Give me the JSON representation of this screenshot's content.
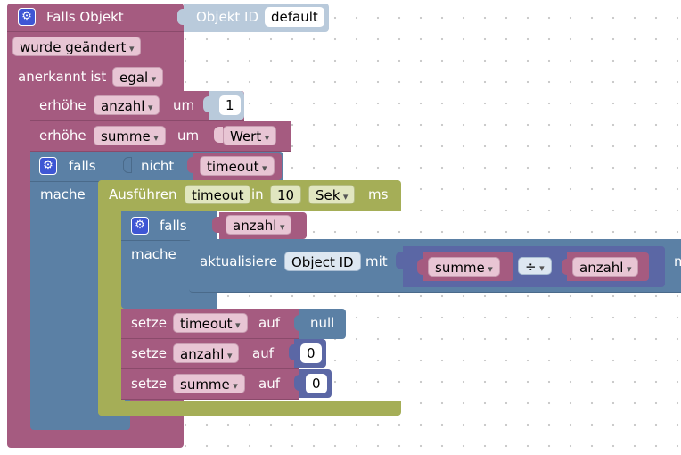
{
  "event": {
    "title": "Falls Objekt",
    "object_id_label": "Objekt ID",
    "object_id_value": "default",
    "trigger": "wurde geändert",
    "ack_label": "anerkannt ist",
    "ack_value": "egal"
  },
  "increments": [
    {
      "verb": "erhöhe",
      "var": "anzahl",
      "by": "um",
      "value": "1"
    },
    {
      "verb": "erhöhe",
      "var": "summe",
      "by": "um",
      "value": "Wert"
    }
  ],
  "if_block": {
    "label": "falls",
    "not_label": "nicht",
    "condition_var": "timeout",
    "do_label": "mache"
  },
  "timeout_block": {
    "label": "Ausführen",
    "var": "timeout",
    "in_label": "in",
    "value": "10",
    "unit": "Sek",
    "ms_label": "ms"
  },
  "inner_if": {
    "label": "falls",
    "condition_var": "anzahl",
    "do_label": "mache"
  },
  "update_block": {
    "label": "aktualisiere",
    "target": "Object ID",
    "with_label": "mit",
    "left": "summe",
    "op": "÷",
    "right": "anzahl",
    "trailing": "m"
  },
  "sets": [
    {
      "verb": "setze",
      "var": "timeout",
      "to": "auf",
      "value": "null"
    },
    {
      "verb": "setze",
      "var": "anzahl",
      "to": "auf",
      "value": "0"
    },
    {
      "verb": "setze",
      "var": "summe",
      "to": "auf",
      "value": "0"
    }
  ],
  "colors": {
    "event": "#a55b80",
    "event_dark": "#8a4a6b",
    "logic": "#5b80a5",
    "logic_light": "#b9cadb",
    "timer": "#a5ae57",
    "math": "#5b67a5",
    "gear": "#3e56d4"
  }
}
